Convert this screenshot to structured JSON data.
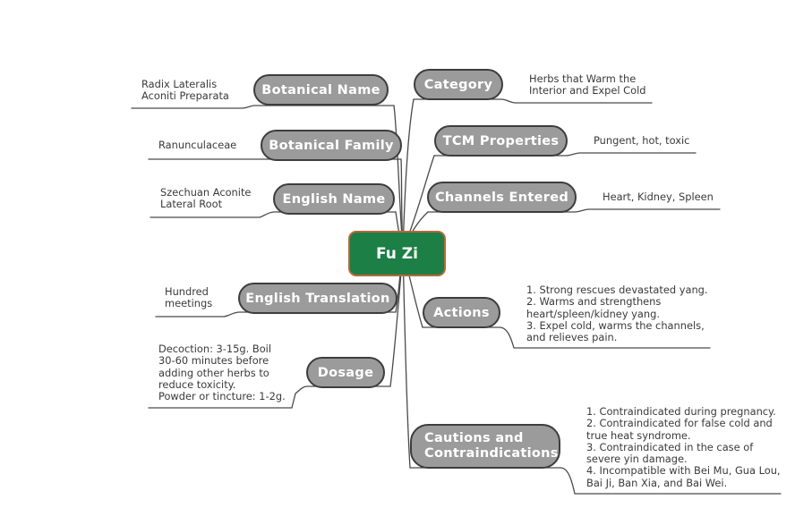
{
  "center": {
    "label": "Fu Zi"
  },
  "left": [
    {
      "id": "botanical-name",
      "topic": "Botanical Name",
      "detail": "Radix Lateralis\nAconiti Preparata"
    },
    {
      "id": "botanical-family",
      "topic": "Botanical Family",
      "detail": "Ranunculaceae"
    },
    {
      "id": "english-name",
      "topic": "English Name",
      "detail": "Szechuan Aconite\nLateral Root"
    },
    {
      "id": "english-translation",
      "topic": "English Translation",
      "detail": "Hundred\nmeetings"
    },
    {
      "id": "dosage",
      "topic": "Dosage",
      "detail": "Decoction: 3-15g. Boil\n30-60 minutes before\nadding other herbs to\nreduce toxicity.\nPowder or tincture: 1-2g."
    }
  ],
  "right": [
    {
      "id": "category",
      "topic": "Category",
      "detail": "Herbs that Warm the\nInterior and Expel Cold"
    },
    {
      "id": "tcm-properties",
      "topic": "TCM Properties",
      "detail": "Pungent, hot, toxic"
    },
    {
      "id": "channels-entered",
      "topic": "Channels Entered",
      "detail": "Heart, Kidney, Spleen"
    },
    {
      "id": "actions",
      "topic": "Actions",
      "detail": "1. Strong rescues devastated yang.\n2. Warms and strengthens\nheart/spleen/kidney yang.\n3. Expel cold, warms the channels,\nand relieves pain."
    },
    {
      "id": "cautions",
      "topic": "Cautions and\nContraindications",
      "detail": "1. Contraindicated during pregnancy.\n2. Contraindicated for false cold and\ntrue heat syndrome.\n3. Contraindicated in the case of\nsevere yin damage.\n4. Incompatible with Bei Mu, Gua Lou,\nBai Ji, Ban Xia, and Bai Wei."
    }
  ],
  "colors": {
    "center_fill": "#1c7f45",
    "center_border": "#b8683a",
    "node_fill": "#9b9b9b",
    "node_border": "#3d3d3d",
    "line": "#4a4a4a"
  }
}
